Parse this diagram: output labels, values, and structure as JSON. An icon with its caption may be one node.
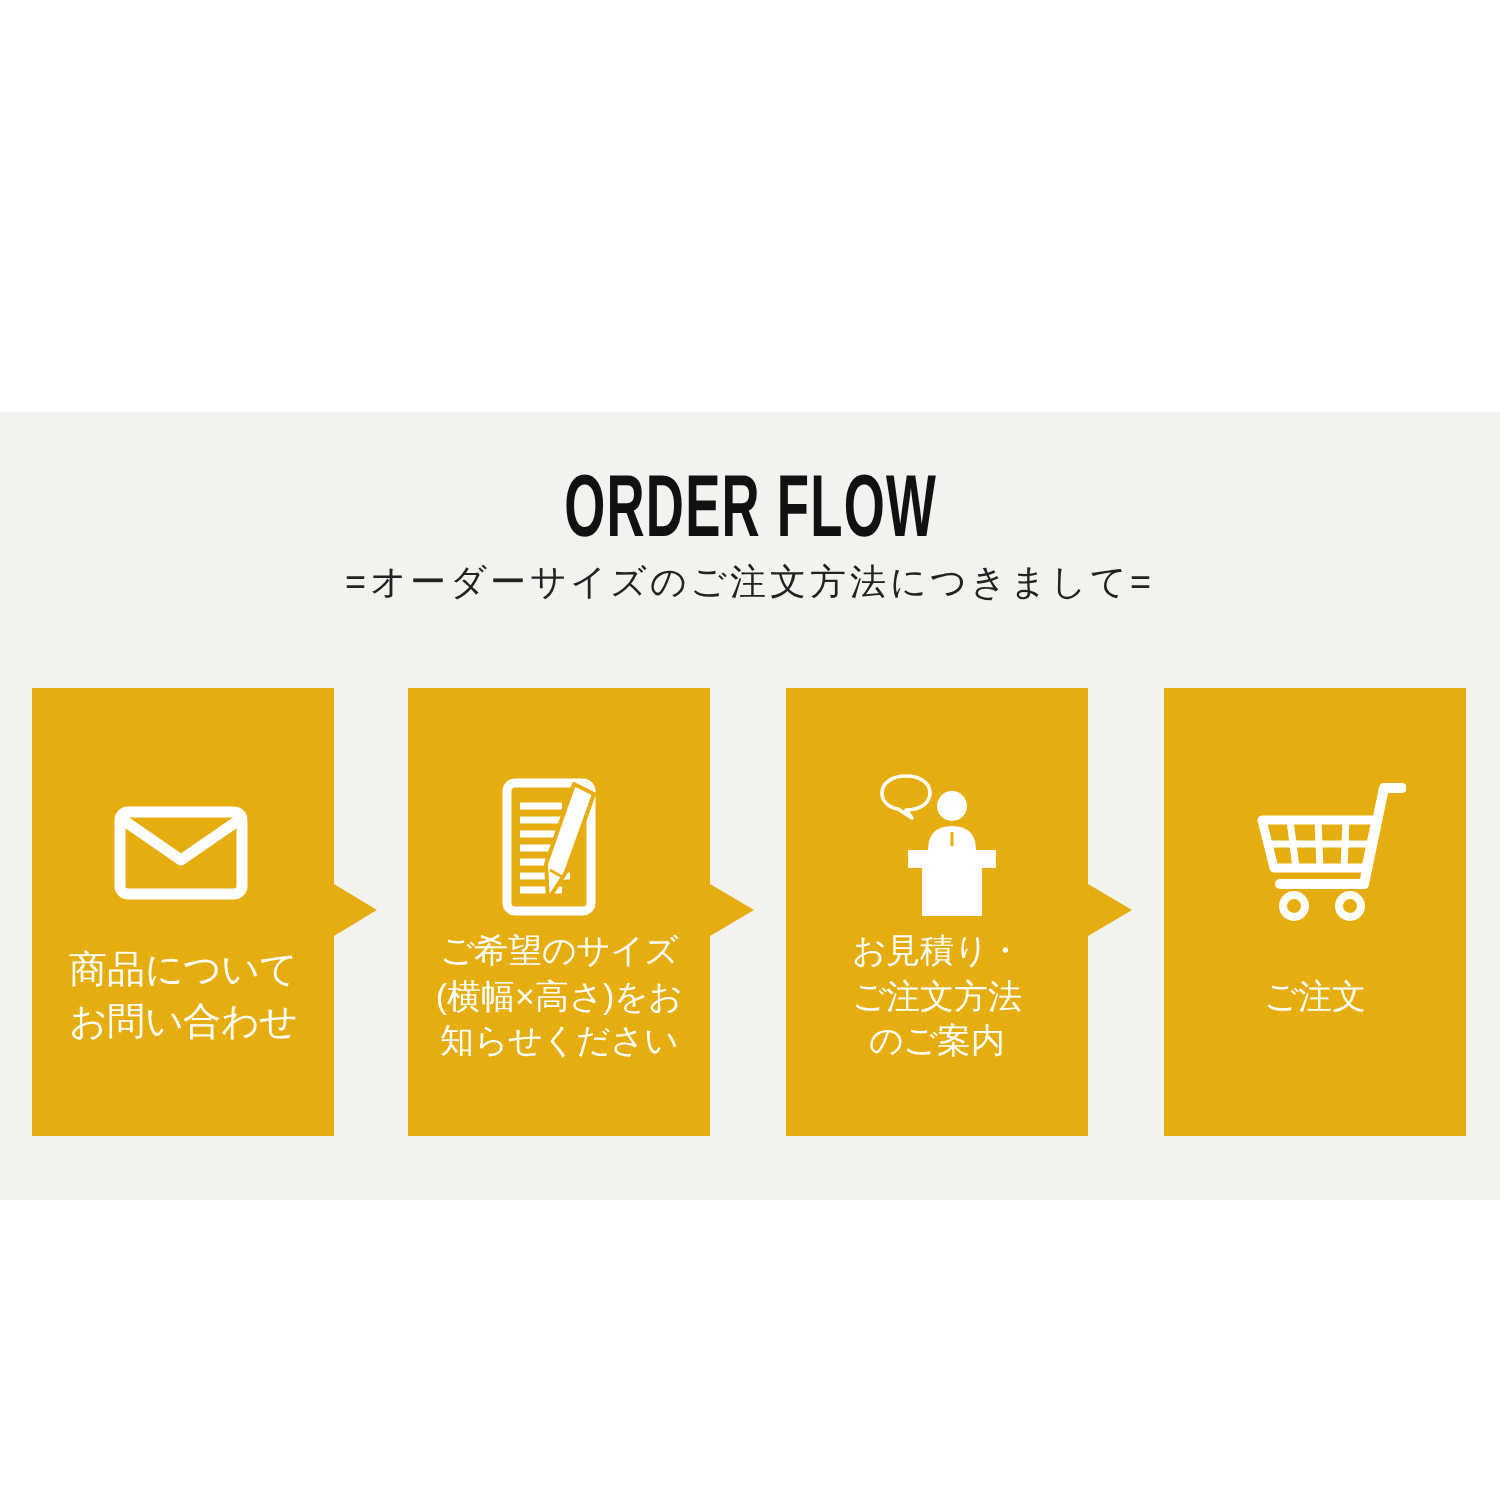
{
  "diagram": {
    "title": "ORDER FLOW",
    "nodes": [
      {
        "text": [
          "商品についてお問い合わせ"
        ]
      },
      {
        "text": [
          "ご希望のサイズ(横幅×高さ)をお知らせください"
        ]
      },
      {
        "text": [
          "お見積り・ご注文方法のご案内"
        ]
      },
      {
        "text": [
          "ご注文"
        ]
      }
    ],
    "edges": [
      {
        "from": 0,
        "to": 1,
        "arrow": "to"
      },
      {
        "from": 1,
        "to": 2,
        "arrow": "to"
      },
      {
        "from": 2,
        "to": 3,
        "arrow": "to"
      }
    ],
    "labels": [
      "=オーダーサイズのご注文方法につきまして="
    ]
  }
}
